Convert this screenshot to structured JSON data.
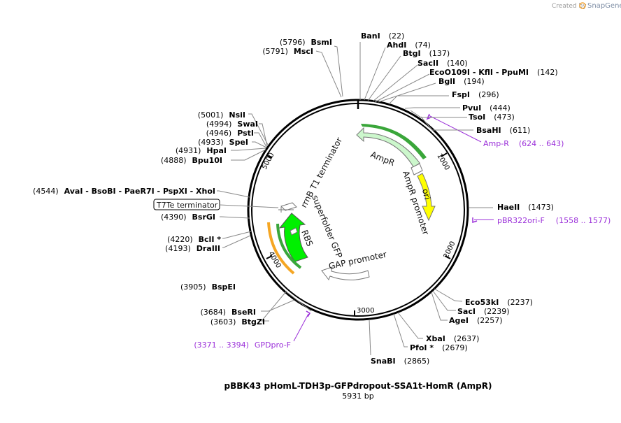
{
  "header": {
    "credit": "Created by",
    "brand": "SnapGene"
  },
  "plasmid": {
    "name": "pBBK43 pHomL-TDH3p-GFPdropout-SSA1t-HomR (AmpR)",
    "length_label": "5931 bp",
    "length_bp": 5931
  },
  "ticks": [
    "1000",
    "2000",
    "3000",
    "4000",
    "5000"
  ],
  "sites": [
    {
      "name": "BanI",
      "pos": "(22)"
    },
    {
      "name": "AhdI",
      "pos": "(74)"
    },
    {
      "name": "BtgI",
      "pos": "(137)"
    },
    {
      "name": "SacII",
      "pos": "(140)"
    },
    {
      "name": "EcoO109I - KflI - PpuMI",
      "pos": "(142)"
    },
    {
      "name": "BglI",
      "pos": "(194)"
    },
    {
      "name": "FspI",
      "pos": "(296)"
    },
    {
      "name": "PvuI",
      "pos": "(444)"
    },
    {
      "name": "TsoI",
      "pos": "(473)"
    },
    {
      "name": "BsaHI",
      "pos": "(611)"
    },
    {
      "name": "HaeII",
      "pos": "(1473)"
    },
    {
      "name": "Eco53kI",
      "pos": "(2237)"
    },
    {
      "name": "SacI",
      "pos": "(2239)"
    },
    {
      "name": "AgeI",
      "pos": "(2257)"
    },
    {
      "name": "XbaI",
      "pos": "(2637)"
    },
    {
      "name": "PfoI *",
      "pos": "(2679)"
    },
    {
      "name": "SnaBI",
      "pos": "(2865)"
    },
    {
      "name": "BseRI",
      "pos": "(3684)"
    },
    {
      "name": "BtgZI",
      "pos": "(3603)"
    },
    {
      "name": "BspEI",
      "pos": "(3905)"
    },
    {
      "name": "BclI *",
      "pos": "(4220)"
    },
    {
      "name": "DraIII",
      "pos": "(4193)"
    },
    {
      "name": "BsrGI",
      "pos": "(4390)"
    },
    {
      "name": "AvaI - BsoBI - PaeR7I - PspXI - XhoI",
      "pos": "(4544)"
    },
    {
      "name": "Bpu10I",
      "pos": "(4888)"
    },
    {
      "name": "HpaI",
      "pos": "(4931)"
    },
    {
      "name": "SpeI",
      "pos": "(4933)"
    },
    {
      "name": "PstI",
      "pos": "(4946)"
    },
    {
      "name": "SwaI",
      "pos": "(4994)"
    },
    {
      "name": "NsiI",
      "pos": "(5001)"
    },
    {
      "name": "MscI",
      "pos": "(5791)"
    },
    {
      "name": "BsmI",
      "pos": "(5796)"
    }
  ],
  "primers": [
    {
      "label": "Amp-R",
      "range": "(624 .. 643)"
    },
    {
      "label": "pBR322ori-F",
      "range": "(1558 .. 1577)"
    },
    {
      "label": "GPDpro-F",
      "range": "(3371 .. 3394)"
    }
  ],
  "features": [
    {
      "label": "AmpR",
      "color": "#ccf7cc"
    },
    {
      "label": "AmpR promoter",
      "color": "#ffffff"
    },
    {
      "label": "ori",
      "color": "#ffff00"
    },
    {
      "label": "GAP promoter",
      "color": "#ffffff"
    },
    {
      "label": "superfolder GFP",
      "color": "#00f000"
    },
    {
      "label": "RBS",
      "color": "#ffffff"
    },
    {
      "label": "rrnB T1 terminator",
      "color": "#ffffff"
    },
    {
      "label": "T7Te terminator",
      "color": "#ffffff"
    }
  ],
  "colors": {
    "primer": "#9b30d9",
    "orf_green": "#3aa63a",
    "orf_orange": "#f5a623"
  }
}
